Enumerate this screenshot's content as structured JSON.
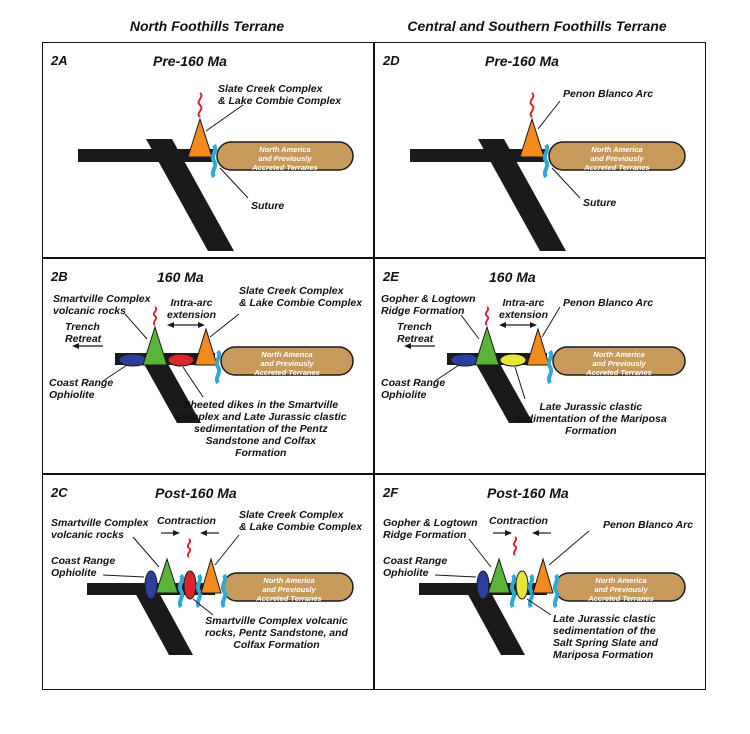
{
  "columns": {
    "left": "North Foothills Terrane",
    "right": "Central and Southern Foothills Terrane"
  },
  "colors": {
    "plate": "#1a1a1a",
    "arc": "#f28a1e",
    "suture": "#2fa7d8",
    "continent": "#c7995b",
    "volcanic_arc": "#5bb33a",
    "ophiolite": "#2c3f9c",
    "sediment_red": "#d9262c",
    "sediment_yellow": "#e8e53a",
    "magma": "#d9262c"
  },
  "panels": {
    "a": {
      "id": "2A",
      "age": "Pre-160 Ma",
      "arc": "Slate Creek Complex\n& Lake Combie Complex",
      "na": "North America\nand Previously\nAccreted Terranes",
      "suture": "Suture"
    },
    "d": {
      "id": "2D",
      "age": "Pre-160 Ma",
      "arc": "Penon Blanco Arc",
      "na": "North America\nand Previously\nAccreted Terranes",
      "suture": "Suture"
    },
    "b": {
      "id": "2B",
      "age": "160 Ma",
      "volcanic": "Smartville Complex\nvolcanic rocks",
      "extension": "Intra-arc\nextension",
      "arc": "Slate Creek Complex\n& Lake Combie Complex",
      "trench": "Trench\nRetreat",
      "ophiolite": "Coast Range\nOphiolite",
      "na": "North America\nand Previously\nAccreted Terranes",
      "sediment": "Sheeted dikes in the Smartville\nComplex and Late Jurassic clastic\nsedimentation of the Pentz\nSandstone and Colfax\nFormation"
    },
    "e": {
      "id": "2E",
      "age": "160 Ma",
      "volcanic": "Gopher & Logtown\nRidge Formation",
      "extension": "Intra-arc\nextension",
      "arc": "Penon Blanco Arc",
      "trench": "Trench\nRetreat",
      "ophiolite": "Coast Range\nOphiolite",
      "na": "North America\nand Previously\nAccreted Terranes",
      "sediment": "Late Jurassic clastic\nsedimentation of the Mariposa\nFormation"
    },
    "c": {
      "id": "2C",
      "age": "Post-160 Ma",
      "volcanic": "Smartville Complex\nvolcanic rocks",
      "contraction": "Contraction",
      "arc": "Slate Creek Complex\n& Lake Combie Complex",
      "ophiolite": "Coast Range\nOphiolite",
      "na": "North America\nand Previously\nAccreted Terranes",
      "sediment": "Smartville Complex volcanic\nrocks, Pentz Sandstone, and\nColfax Formation"
    },
    "f": {
      "id": "2F",
      "age": "Post-160 Ma",
      "volcanic": "Gopher & Logtown\nRidge Formation",
      "contraction": "Contraction",
      "arc": "Penon Blanco Arc",
      "ophiolite": "Coast Range\nOphiolite",
      "na": "North America\nand Previously\nAccreted Terranes",
      "sediment": "Late Jurassic clastic\nsedimentation of the\nSalt Spring Slate and\nMariposa Formation"
    }
  }
}
